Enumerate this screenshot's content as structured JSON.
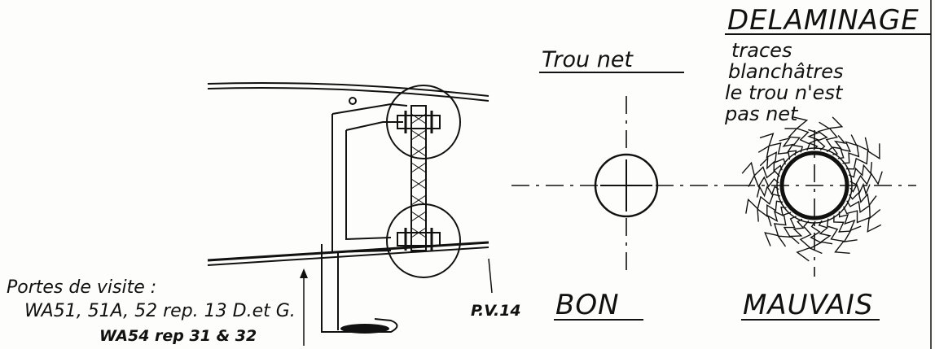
{
  "labels": {
    "trou_net": "Trou net",
    "delaminage": "DELAMINAGE",
    "traces_line1": "traces",
    "traces_line2": "blanchâtres",
    "traces_line3": "le trou n'est",
    "traces_line4": "pas net",
    "bon": "BON",
    "mauvais": "MAUVAIS",
    "pv14": "P.V.14",
    "portes_line1": "Portes de visite :",
    "portes_line2": "WA51, 51A, 52  rep. 13 D.et G.",
    "portes_line3": "WA54  rep 31 & 32"
  },
  "colors": {
    "ink": "#111111",
    "paper": "#fdfdfc"
  }
}
